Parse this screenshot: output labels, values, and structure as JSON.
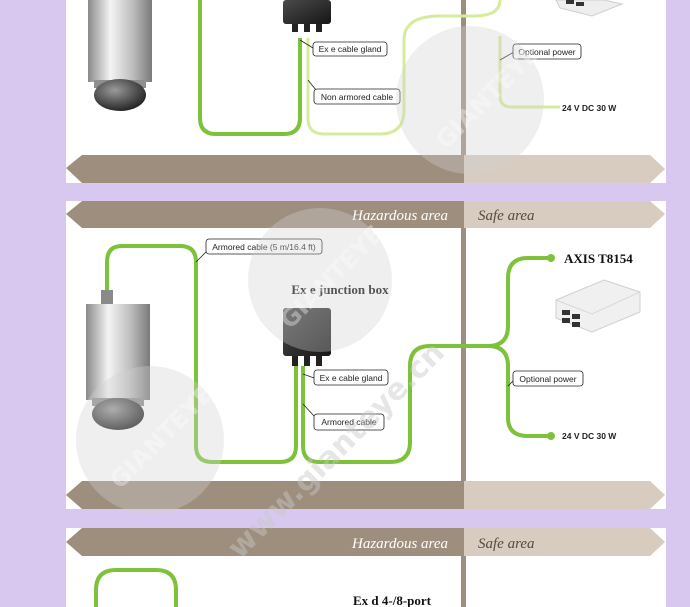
{
  "watermark": {
    "brand": "GIANTEYE",
    "url": "www.gianteye.cn"
  },
  "colors": {
    "background": "#d8c8f0",
    "cable_green": "#7ec23c",
    "cable_light": "#d6ec9c",
    "band": "#9e8e7e",
    "band_safe": "#d8ccc0"
  },
  "panel1": {
    "labels": {
      "cable_gland": "Ex e cable gland",
      "non_armored": "Non armored cable",
      "optional_power": "Optional power",
      "dc": "24 V DC 30 W"
    }
  },
  "panel2": {
    "hazardous": "Hazardous area",
    "safe": "Safe area",
    "armored_long": "Armored cable (5 m/16.4 ft)",
    "junction": "Ex e junction box",
    "switch": "AXIS T8154",
    "cable_gland": "Ex e cable gland",
    "armored": "Armored cable",
    "optional_power": "Optional power",
    "dc": "24 V DC 30 W"
  },
  "panel3": {
    "hazardous": "Hazardous area",
    "safe": "Safe area",
    "junction": "Ex d 4-/8-port"
  }
}
